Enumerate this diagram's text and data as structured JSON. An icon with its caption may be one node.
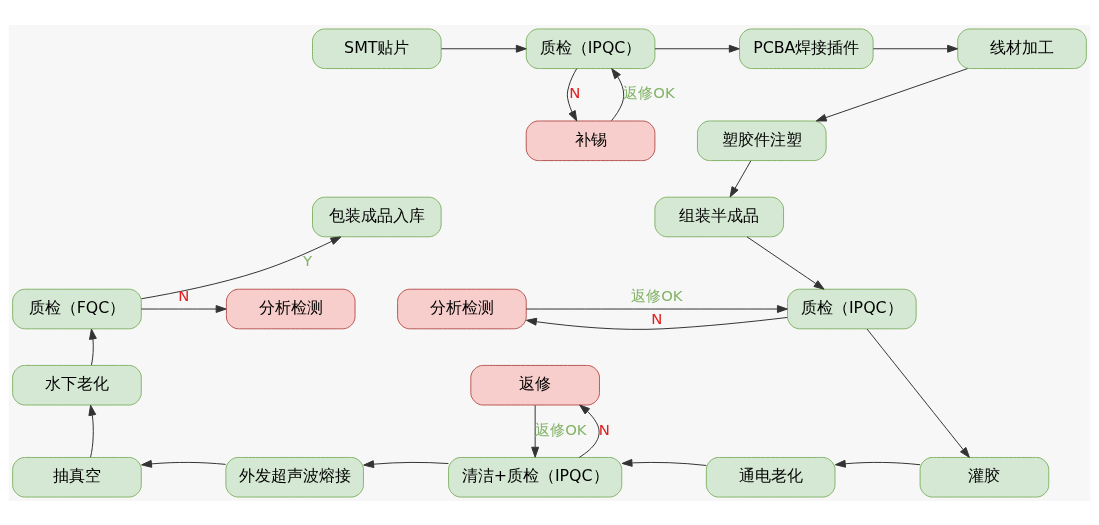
{
  "diagram": {
    "nodes": [
      {
        "text": [
          "SMT贴片"
        ]
      },
      {
        "text": [
          "质检（IPQC）"
        ]
      },
      {
        "text": [
          "PCBA焊接插件"
        ]
      },
      {
        "text": [
          "线材加工"
        ]
      },
      {
        "text": [
          "补锡"
        ]
      },
      {
        "text": [
          "塑胶件注塑"
        ]
      },
      {
        "text": [
          "组装半成品"
        ]
      },
      {
        "text": [
          "包装成品入库"
        ]
      },
      {
        "text": [
          "质检（FQC）"
        ]
      },
      {
        "text": [
          "分析检测"
        ]
      },
      {
        "text": [
          "分析检测"
        ]
      },
      {
        "text": [
          "质检（IPQC）"
        ]
      },
      {
        "text": [
          "返修"
        ]
      },
      {
        "text": [
          "水下老化"
        ]
      },
      {
        "text": [
          "抽真空"
        ]
      },
      {
        "text": [
          "外发超声波熔接"
        ]
      },
      {
        "text": [
          "清洁+质检（IPQC）"
        ]
      },
      {
        "text": [
          "通电老化"
        ]
      },
      {
        "text": [
          "灌胶"
        ]
      }
    ],
    "edges": [
      {
        "from": 0,
        "to": 1,
        "arrow": "to"
      },
      {
        "from": 1,
        "to": 2,
        "arrow": "to"
      },
      {
        "from": 2,
        "to": 3,
        "arrow": "to"
      },
      {
        "from": 1,
        "to": 4,
        "arrow": "to",
        "label": "N"
      },
      {
        "from": 4,
        "to": 1,
        "arrow": "to",
        "label": "返修OK"
      },
      {
        "from": 3,
        "to": 5,
        "arrow": "to"
      },
      {
        "from": 5,
        "to": 6,
        "arrow": "to"
      },
      {
        "from": 6,
        "to": 11,
        "arrow": "to"
      },
      {
        "from": 8,
        "to": 7,
        "arrow": "to",
        "label": "Y"
      },
      {
        "from": 8,
        "to": 9,
        "arrow": "to",
        "label": "N"
      },
      {
        "from": 10,
        "to": 11,
        "arrow": "to",
        "label": "返修OK"
      },
      {
        "from": 11,
        "to": 10,
        "arrow": "to",
        "label": "N"
      },
      {
        "from": 11,
        "to": 18,
        "arrow": "to"
      },
      {
        "from": 16,
        "to": 12,
        "arrow": "to",
        "label": "N"
      },
      {
        "from": 12,
        "to": 16,
        "arrow": "to",
        "label": "返修OK"
      },
      {
        "from": 13,
        "to": 8,
        "arrow": "to"
      },
      {
        "from": 14,
        "to": 13,
        "arrow": "to"
      },
      {
        "from": 15,
        "to": 14,
        "arrow": "to"
      },
      {
        "from": 16,
        "to": 15,
        "arrow": "to"
      },
      {
        "from": 17,
        "to": 16,
        "arrow": "to"
      },
      {
        "from": 18,
        "to": 17,
        "arrow": "to"
      }
    ]
  }
}
